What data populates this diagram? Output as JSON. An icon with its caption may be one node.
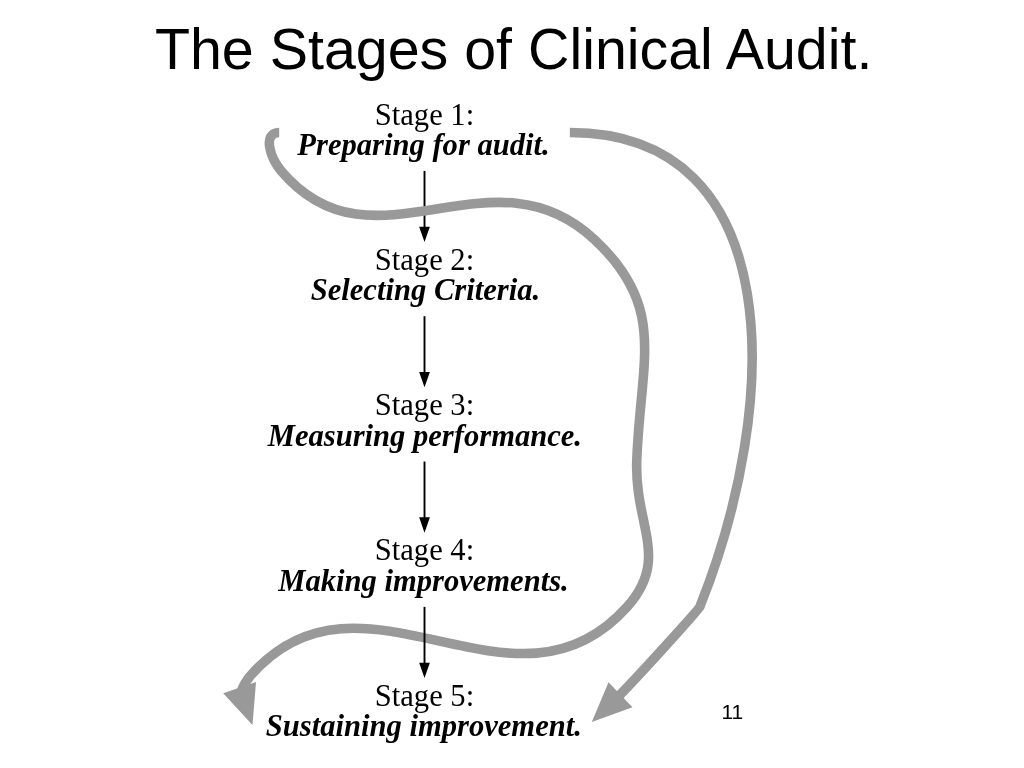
{
  "diagram": {
    "title": "The Stages of Clinical Audit.",
    "nodes": [
      {
        "text": [
          "Stage 1:",
          "Preparing for audit."
        ]
      },
      {
        "text": [
          "Stage 2:",
          "Selecting Criteria."
        ]
      },
      {
        "text": [
          "Stage 3:",
          "Measuring performance."
        ]
      },
      {
        "text": [
          "Stage 4:",
          "Making improvements."
        ]
      },
      {
        "text": [
          "Stage 5:",
          "Sustaining improvement."
        ]
      }
    ],
    "edges": [
      {
        "from": 0,
        "to": 1,
        "arrow": "to"
      },
      {
        "from": 1,
        "to": 2,
        "arrow": "to"
      },
      {
        "from": 2,
        "to": 3,
        "arrow": "to"
      },
      {
        "from": 3,
        "to": 4,
        "arrow": "to"
      },
      {
        "from": 0,
        "to": 4,
        "arrow": "to",
        "style": "thick",
        "color": "#999999"
      },
      {
        "from": 0,
        "to": 4,
        "arrow": "to",
        "style": "thick",
        "color": "#999999"
      }
    ],
    "labels": [
      "11"
    ]
  }
}
